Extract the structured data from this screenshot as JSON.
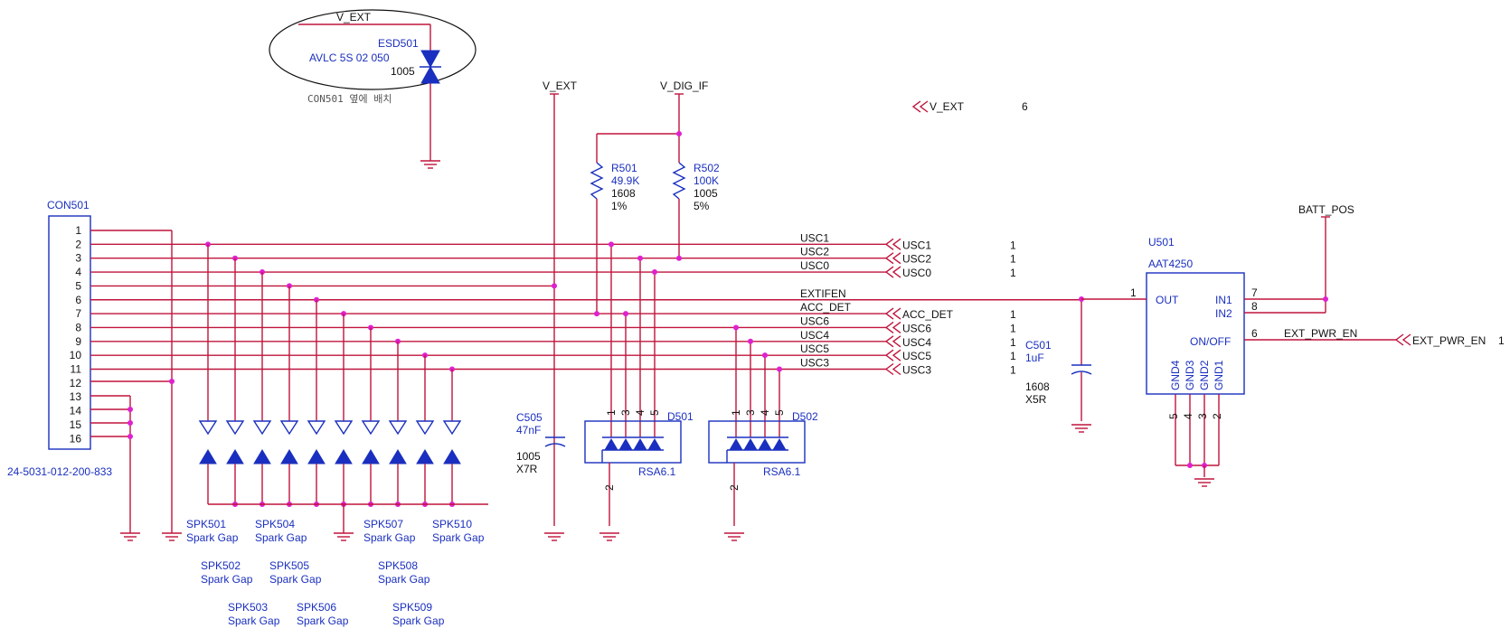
{
  "esd": {
    "net": "V_EXT",
    "ref": "ESD501",
    "part": "AVLC 5S 02 050",
    "size": "1005",
    "note": "CON501 옆에 배치"
  },
  "rails": {
    "v_ext": "V_EXT",
    "v_dig_if": "V_DIG_IF",
    "batt_pos": "BATT_POS"
  },
  "offpage_vext": {
    "label": "V_EXT",
    "sheet": "6"
  },
  "r501": {
    "ref": "R501",
    "value": "49.9K",
    "size": "1608",
    "tol": "1%"
  },
  "r502": {
    "ref": "R502",
    "value": "100K",
    "size": "1005",
    "tol": "5%"
  },
  "con501": {
    "ref": "CON501",
    "part": "24-5031-012-200-833",
    "pins": [
      "1",
      "2",
      "3",
      "4",
      "5",
      "6",
      "7",
      "8",
      "9",
      "10",
      "11",
      "12",
      "13",
      "14",
      "15",
      "16"
    ]
  },
  "nets": [
    "USC1",
    "USC2",
    "USC0",
    "EXTIFEN",
    "ACC_DET",
    "USC6",
    "USC4",
    "USC5",
    "USC3"
  ],
  "offpage": [
    {
      "label": "USC1",
      "sheet": "1"
    },
    {
      "label": "USC2",
      "sheet": "1"
    },
    {
      "label": "USC0",
      "sheet": "1"
    },
    {
      "label": "ACC_DET",
      "sheet": "1"
    },
    {
      "label": "USC6",
      "sheet": "1"
    },
    {
      "label": "USC4",
      "sheet": "1"
    },
    {
      "label": "USC5",
      "sheet": "1"
    },
    {
      "label": "USC3",
      "sheet": "1"
    }
  ],
  "c501": {
    "ref": "C501",
    "value": "1uF",
    "size": "1608",
    "dielectric": "X5R"
  },
  "c505": {
    "ref": "C505",
    "value": "47nF",
    "size": "1005",
    "dielectric": "X7R"
  },
  "d501": {
    "ref": "D501",
    "part": "RSA6.1",
    "pins": [
      "1",
      "3",
      "4",
      "5"
    ],
    "pin2": "2"
  },
  "d502": {
    "ref": "D502",
    "part": "RSA6.1",
    "pins": [
      "1",
      "3",
      "4",
      "5"
    ],
    "pin2": "2"
  },
  "u501": {
    "ref": "U501",
    "part": "AAT4250",
    "out": "OUT",
    "in1": "IN1",
    "in2": "IN2",
    "onoff": "ON/OFF",
    "pin_out": "1",
    "pin_in1": "7",
    "pin_in2": "8",
    "pin_onoff": "6",
    "gnd_labels": [
      "GND4",
      "GND3",
      "GND2",
      "GND1"
    ],
    "gnd_pins": [
      "5",
      "4",
      "3",
      "2"
    ]
  },
  "ext_pwr": {
    "net": "EXT_PWR_EN",
    "label": "EXT_PWR_EN",
    "sheet": "1"
  },
  "spark": [
    {
      "ref": "SPK501",
      "type": "Spark Gap"
    },
    {
      "ref": "SPK502",
      "type": "Spark Gap"
    },
    {
      "ref": "SPK503",
      "type": "Spark Gap"
    },
    {
      "ref": "SPK504",
      "type": "Spark Gap"
    },
    {
      "ref": "SPK505",
      "type": "Spark Gap"
    },
    {
      "ref": "SPK506",
      "type": "Spark Gap"
    },
    {
      "ref": "SPK507",
      "type": "Spark Gap"
    },
    {
      "ref": "SPK508",
      "type": "Spark Gap"
    },
    {
      "ref": "SPK509",
      "type": "Spark Gap"
    },
    {
      "ref": "SPK510",
      "type": "Spark Gap"
    }
  ],
  "colors": {
    "wire": "#c0143c",
    "part": "#1a2fbf",
    "junction": "#e020d0",
    "text": "#111111"
  }
}
